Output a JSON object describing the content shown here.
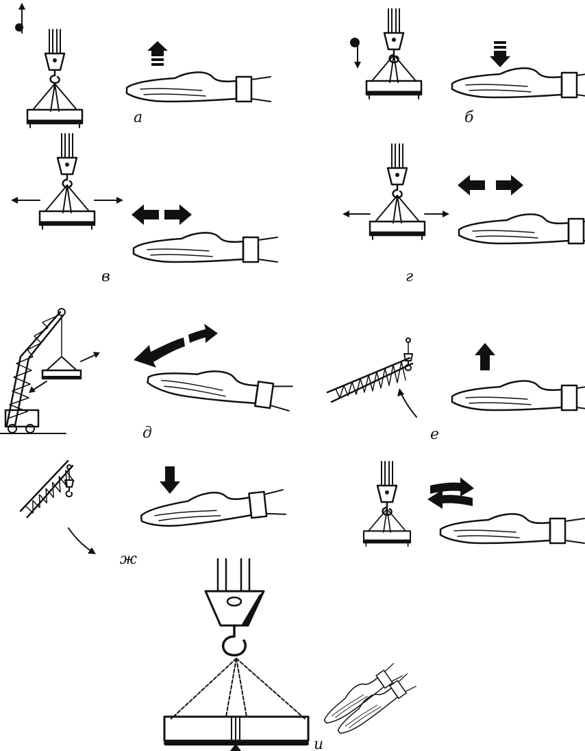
{
  "figure": {
    "captions": {
      "a": "а",
      "b": "б",
      "v": "в",
      "g": "г",
      "d": "д",
      "e": "е",
      "zh": "ж",
      "i": "и"
    }
  },
  "panels": [
    {
      "id": "a",
      "signal": "lift",
      "arrow": "up"
    },
    {
      "id": "b",
      "signal": "lower",
      "arrow": "down"
    },
    {
      "id": "v",
      "signal": "move-bridge",
      "arrow": "left-right"
    },
    {
      "id": "g",
      "signal": "move-trolley",
      "arrow": "left-right"
    },
    {
      "id": "d",
      "signal": "rotate-boom",
      "arrow": "curved-left-right"
    },
    {
      "id": "e",
      "signal": "raise-boom",
      "arrow": "up"
    },
    {
      "id": "zh",
      "signal": "lower-boom",
      "arrow": "down"
    },
    {
      "id": "z",
      "signal": "stop",
      "arrow": "alternating"
    },
    {
      "id": "i",
      "signal": "caution",
      "arrow": "none"
    }
  ]
}
